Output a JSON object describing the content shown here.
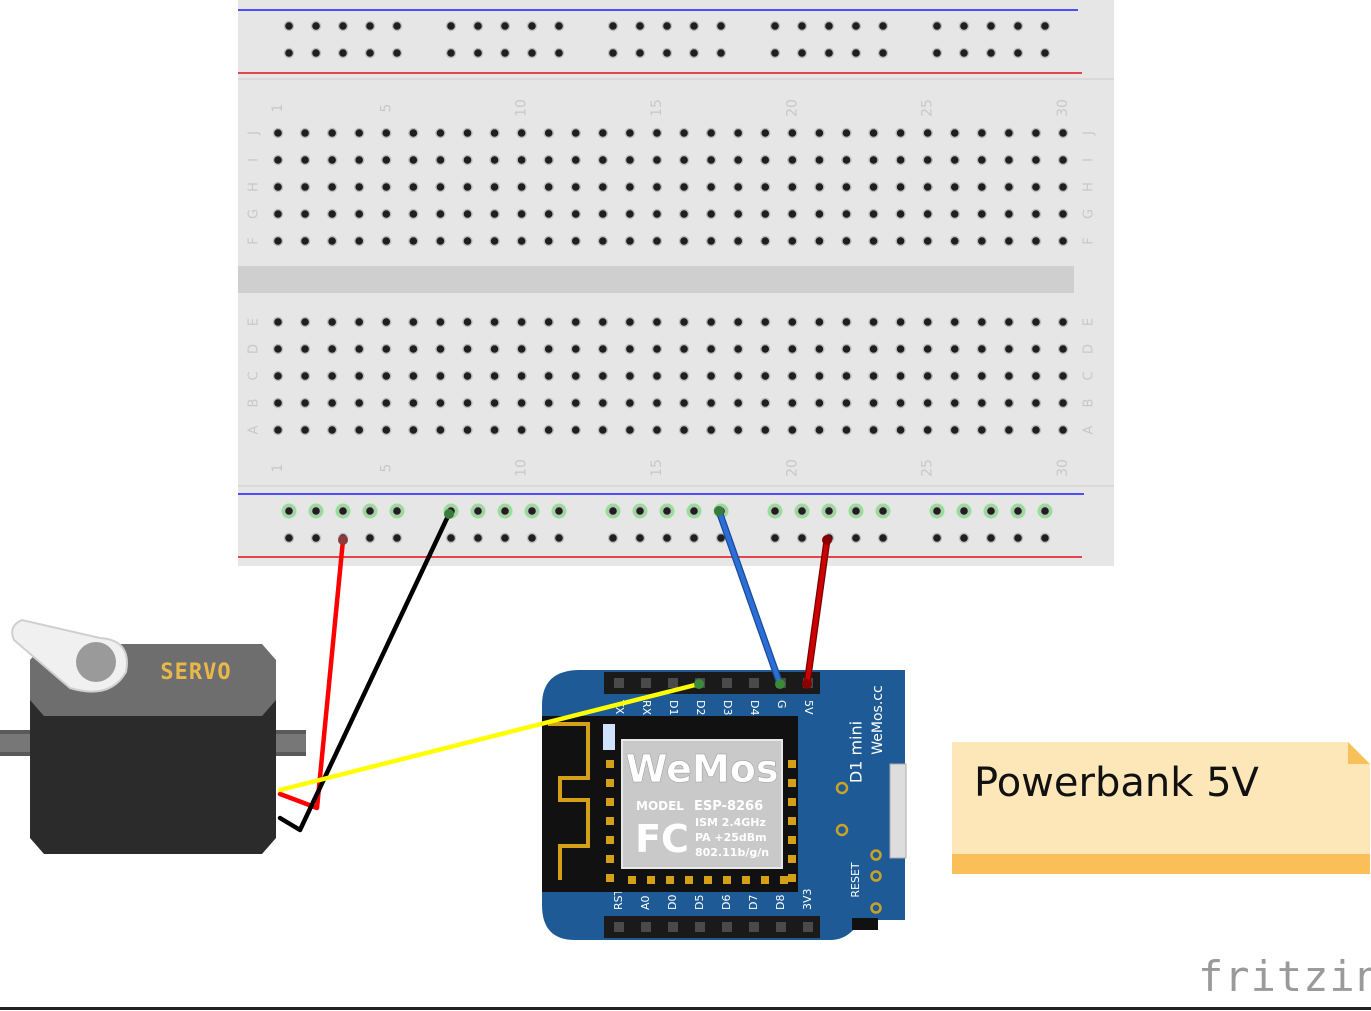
{
  "breadboard": {
    "column_numbers": [
      "1",
      "5",
      "10",
      "15",
      "20",
      "25",
      "30"
    ],
    "rows_top": [
      "J",
      "I",
      "H",
      "G",
      "F"
    ],
    "rows_bottom": [
      "E",
      "D",
      "C",
      "B",
      "A"
    ]
  },
  "servo": {
    "label": "SERVO"
  },
  "board": {
    "model_name": "D1 mini",
    "site": "WeMos.cc",
    "logo": "WeMos",
    "chip_model_label": "MODEL",
    "chip_model": "ESP-8266",
    "specs": [
      "ISM 2.4GHz",
      "PA +25dBm",
      "802.11b/g/n"
    ],
    "fc_mark": "FC",
    "top_pins": [
      "TX",
      "RX",
      "D1",
      "D2",
      "D3",
      "D4",
      "G",
      "5V"
    ],
    "bottom_pins": [
      "RST",
      "A0",
      "D0",
      "D5",
      "D6",
      "D7",
      "D8",
      "3V3"
    ],
    "reset_label": "RESET"
  },
  "note": {
    "text": "Powerbank 5V"
  },
  "watermark": "fritzing",
  "colors": {
    "breadboard": "#e6e6e6",
    "rail_blue": "#1a1aff",
    "rail_red": "#e01010",
    "board": "#1e5a96",
    "wire_red": "#ff0000",
    "wire_black": "#000000",
    "wire_yellow": "#ffff00",
    "wire_blue": "#2b6fd6",
    "wire_darkred": "#cc0000",
    "note_fill": "#fde7b8",
    "note_bar": "#fbbf5a"
  }
}
